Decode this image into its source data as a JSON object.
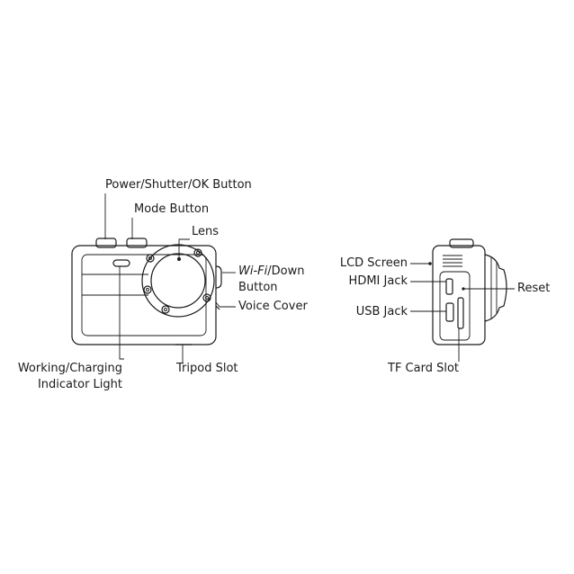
{
  "front_view": {
    "labels": {
      "power_button": "Power/Shutter/OK Button",
      "mode_button": "Mode Button",
      "lens": "Lens",
      "wifi_down_italic": "Wi-Fi",
      "wifi_down_rest": "/Down",
      "wifi_down_line2": "Button",
      "voice_cover": "Voice Cover",
      "indicator_line1": "Working/Charging",
      "indicator_line2": "Indicator Light",
      "tripod_slot": "Tripod Slot"
    }
  },
  "side_view": {
    "labels": {
      "lcd_screen": "LCD Screen",
      "hdmi_jack": "HDMI Jack",
      "usb_jack": "USB Jack",
      "reset": "Reset",
      "tf_card_slot": "TF Card Slot"
    }
  }
}
